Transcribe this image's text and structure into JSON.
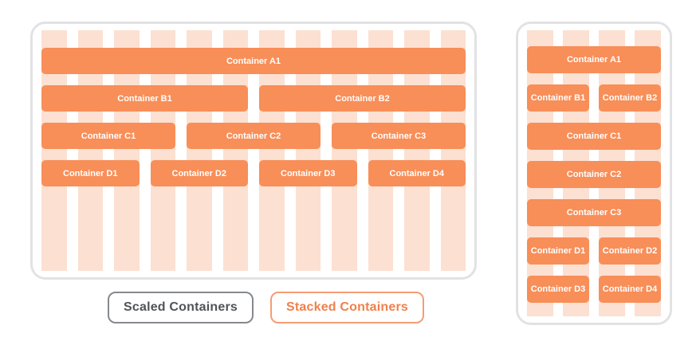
{
  "colors": {
    "container_fill": "#F88E58",
    "container_text": "#FFFFFF",
    "stripe": "#FCE0D2",
    "panel_border": "#E2E2E5",
    "scaled_button_text": "#4F5459",
    "scaled_button_border": "#85898D",
    "stacked_button_text": "#F0804C",
    "stacked_button_border": "#F79C74"
  },
  "panels": {
    "scaled": {
      "name": "Scaled Containers",
      "columns": 12,
      "rows": [
        {
          "items": [
            {
              "label": "Container A1",
              "span": 12
            }
          ]
        },
        {
          "items": [
            {
              "label": "Container B1",
              "span": 6
            },
            {
              "label": "Container B2",
              "span": 6
            }
          ]
        },
        {
          "items": [
            {
              "label": "Container C1",
              "span": 4
            },
            {
              "label": "Container C2",
              "span": 4
            },
            {
              "label": "Container C3",
              "span": 4
            }
          ]
        },
        {
          "items": [
            {
              "label": "Container D1",
              "span": 3
            },
            {
              "label": "Container D2",
              "span": 3
            },
            {
              "label": "Container D3",
              "span": 3
            },
            {
              "label": "Container D4",
              "span": 3
            }
          ]
        }
      ]
    },
    "stacked": {
      "name": "Stacked Containers",
      "columns": 4,
      "rows": [
        {
          "items": [
            {
              "label": "Container A1",
              "span": 4
            }
          ]
        },
        {
          "items": [
            {
              "label": "Container B1",
              "span": 2
            },
            {
              "label": "Container B2",
              "span": 2
            }
          ]
        },
        {
          "items": [
            {
              "label": "Container C1",
              "span": 4
            }
          ]
        },
        {
          "items": [
            {
              "label": "Container C2",
              "span": 4
            }
          ]
        },
        {
          "items": [
            {
              "label": "Container C3",
              "span": 4
            }
          ]
        },
        {
          "items": [
            {
              "label": "Container D1",
              "span": 2
            },
            {
              "label": "Container D2",
              "span": 2
            }
          ]
        },
        {
          "items": [
            {
              "label": "Container D3",
              "span": 2
            },
            {
              "label": "Container D4",
              "span": 2
            }
          ]
        }
      ]
    }
  },
  "legend": {
    "scaled_label": "Scaled Containers",
    "stacked_label": "Stacked Containers"
  }
}
